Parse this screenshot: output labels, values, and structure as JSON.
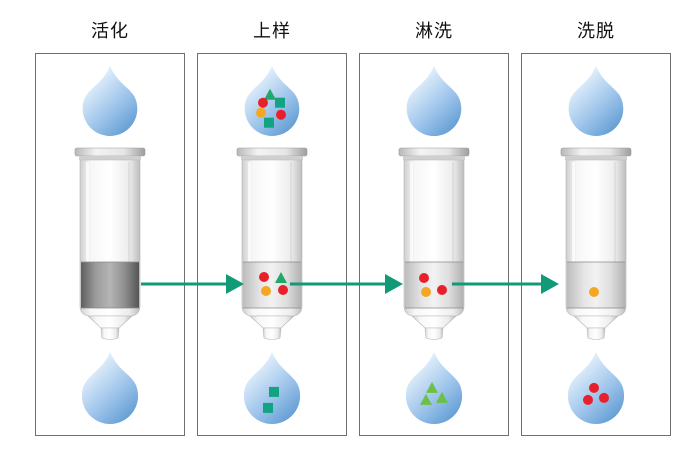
{
  "steps": [
    {
      "title": "活化",
      "top_drop": [],
      "bed": {
        "style": "sorbent",
        "particles": []
      },
      "bottom_drop": []
    },
    {
      "title": "上样",
      "top_drop": [
        {
          "shape": "triangle",
          "color": "#1fa86a"
        },
        {
          "shape": "circle",
          "color": "#e8202c"
        },
        {
          "shape": "square",
          "color": "#12a383"
        },
        {
          "shape": "circle",
          "color": "#f5a623"
        },
        {
          "shape": "circle",
          "color": "#e8202c"
        },
        {
          "shape": "square",
          "color": "#12a383"
        }
      ],
      "bed": {
        "style": "loaded",
        "particles": [
          {
            "shape": "circle",
            "color": "#e8202c"
          },
          {
            "shape": "triangle",
            "color": "#1fa86a"
          },
          {
            "shape": "circle",
            "color": "#f5a623"
          },
          {
            "shape": "circle",
            "color": "#e8202c"
          }
        ]
      },
      "bottom_drop": [
        {
          "shape": "square",
          "color": "#12a383"
        },
        {
          "shape": "square",
          "color": "#12a383"
        }
      ]
    },
    {
      "title": "淋洗",
      "top_drop": [],
      "bed": {
        "style": "loaded",
        "particles": [
          {
            "shape": "circle",
            "color": "#e8202c"
          },
          {
            "shape": "circle",
            "color": "#f5a623"
          },
          {
            "shape": "circle",
            "color": "#e8202c"
          }
        ]
      },
      "bottom_drop": [
        {
          "shape": "triangle",
          "color": "#6cc04a"
        },
        {
          "shape": "triangle",
          "color": "#6cc04a"
        },
        {
          "shape": "triangle",
          "color": "#6cc04a"
        }
      ]
    },
    {
      "title": "洗脱",
      "top_drop": [],
      "bed": {
        "style": "loaded",
        "particles": [
          {
            "shape": "circle",
            "color": "#f5a623"
          }
        ]
      },
      "bottom_drop": [
        {
          "shape": "circle",
          "color": "#e8202c"
        },
        {
          "shape": "circle",
          "color": "#e8202c"
        },
        {
          "shape": "circle",
          "color": "#e8202c"
        }
      ]
    }
  ],
  "colors": {
    "arrow": "#119a78",
    "drop_light": "#d6e8f8",
    "drop_dark": "#5e9ad2",
    "panel_border": "#6f6f6f"
  }
}
